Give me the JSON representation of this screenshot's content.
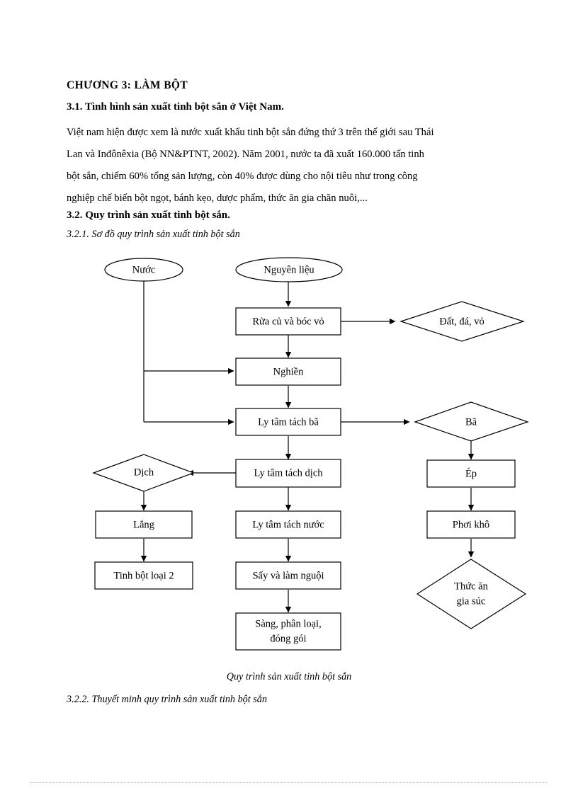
{
  "document": {
    "chapter_title": "CHƯƠNG 3:  LÀM BỘT",
    "heading_3_1": "3.1. Tình hình sản xuất tinh bột sắn ở Việt Nam.",
    "paragraph_lines": [
      "Việt nam hiện được xem là nước xuất khẩu tinh bột sắn đứng thứ 3 trên thế giới sau Thái",
      "Lan và Inđônêxia (Bộ NN&PTNT,  2002). Năm 2001, nước ta đã xuất 160.000 tấn tinh",
      "bột sắn, chiếm 60% tổng sản lượng,  còn 40% được dùng cho nội tiêu như trong công",
      "nghiệp chế biến bột ngọt, bánh kẹo, dược phẩm, thức ăn gia chăn nuôi,..."
    ],
    "heading_3_2": "3.2. Quy trình sản xuất tinh bột sắn.",
    "heading_3_2_1": "3.2.1. Sơ đồ quy trình sản xuất tinh bột sắn",
    "figure_caption": "Quy trình sản xuất tinh bột sắn",
    "heading_3_2_2": "3.2.2. Thuyết minh quy trình sản xuất tinh bột sắn"
  },
  "flowchart": {
    "title": "Quy trình sản xuất tinh bột sắn",
    "nodes": {
      "nuoc": {
        "label": "Nước",
        "shape": "ellipse"
      },
      "nguyen_lieu": {
        "label": "Nguyên liệu",
        "shape": "ellipse"
      },
      "rua_cu": {
        "label": "Rửa củ và bóc vỏ",
        "shape": "rect"
      },
      "dat_da_vo": {
        "label": "Đất, đá, vỏ",
        "shape": "diamond"
      },
      "nghien": {
        "label": "Nghiền",
        "shape": "rect"
      },
      "ly_tam_tach_ba": {
        "label": "Ly tâm tách bã",
        "shape": "rect"
      },
      "ba": {
        "label": "Bã",
        "shape": "diamond"
      },
      "ep": {
        "label": "Ép",
        "shape": "rect"
      },
      "phoi_kho": {
        "label": "Phơi khô",
        "shape": "rect"
      },
      "thuc_an_gia_suc": {
        "label_line1": "Thức ăn",
        "label_line2": "gia súc",
        "shape": "diamond"
      },
      "ly_tam_tach_dich": {
        "label": "Ly tâm tách dịch",
        "shape": "rect"
      },
      "dich": {
        "label": "Dịch",
        "shape": "diamond"
      },
      "lang": {
        "label": "Lắng",
        "shape": "rect"
      },
      "tinh_bot_loai_2": {
        "label": "Tinh bột loại 2",
        "shape": "rect"
      },
      "ly_tam_tach_nuoc": {
        "label": "Ly tâm tách nước",
        "shape": "rect"
      },
      "say_lam_nguoi": {
        "label": "Sấy và làm nguội",
        "shape": "rect"
      },
      "sang_phan_loai": {
        "label_line1": "Sàng, phân loại,",
        "label_line2": "đóng gói",
        "shape": "rect"
      }
    },
    "colors": {
      "stroke": "#000000",
      "fill": "#ffffff",
      "text": "#000000"
    }
  }
}
